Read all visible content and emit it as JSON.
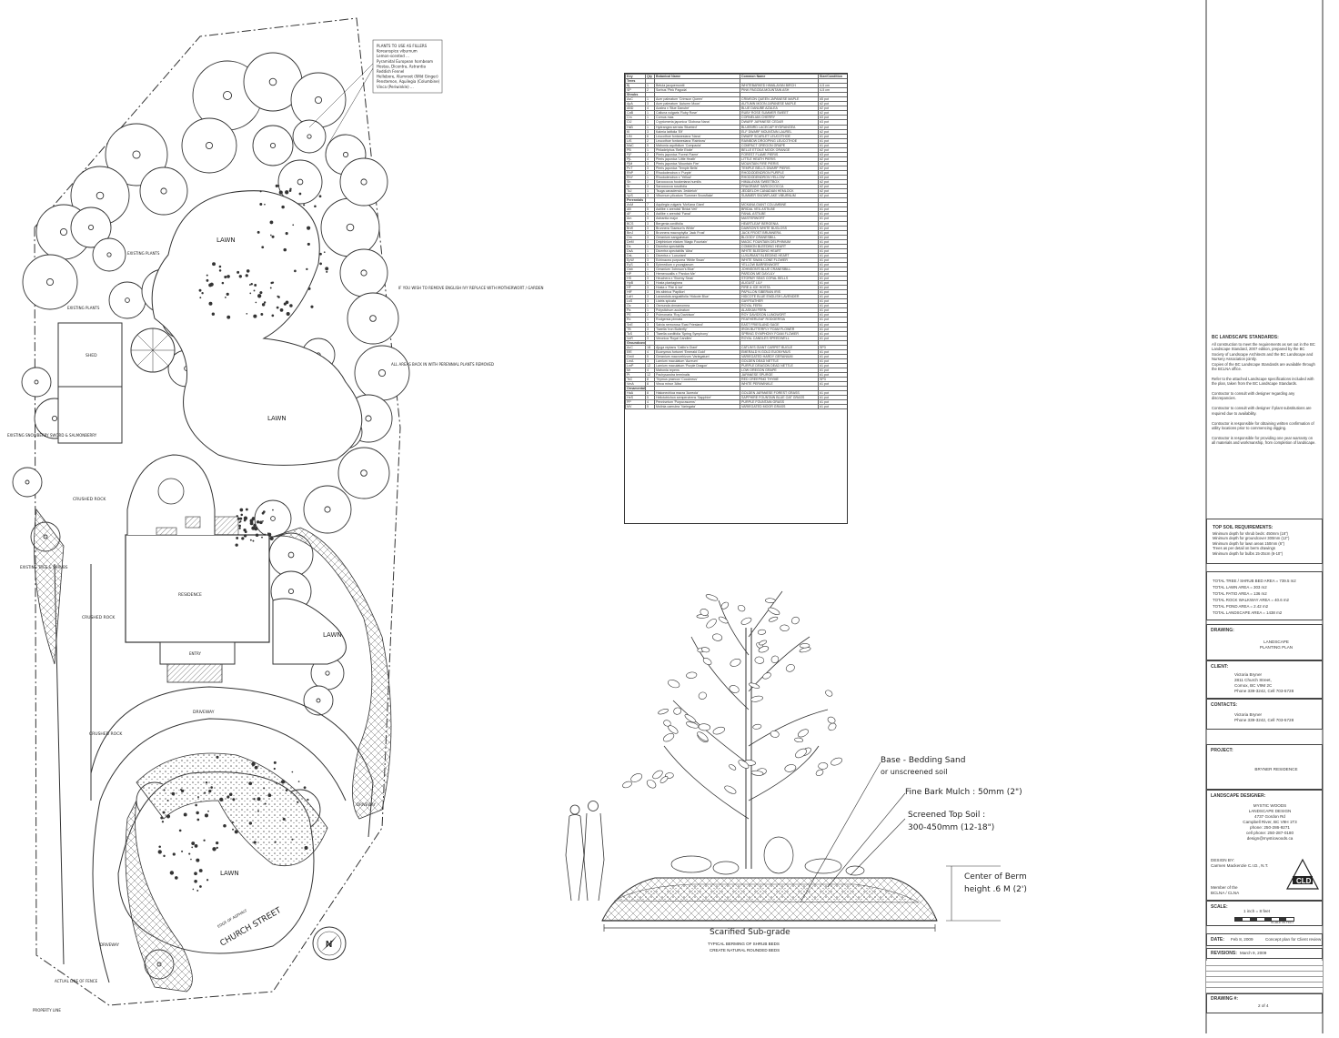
{
  "plan": {
    "labels": {
      "lawn": "LAWN",
      "driveway": "DRIVEWAY",
      "crushed_rock": "CRUSHED ROCK",
      "residence": "RESIDENCE",
      "entry": "ENTRY",
      "shed": "SHED",
      "existing_plants": "EXISTING PLANTS",
      "church_street": "CHURCH STREET",
      "edge_of_asphalt": "EDGE OF ASPHALT",
      "property_line": "PROPERTY LINE",
      "actual_line_of_fence": "ACTUAL LINE OF FENCE",
      "existing_tree_shrubs": "EXISTING TREE & SHRUBS",
      "existing_snowberry": "EXISTING SNOWBERRY SWORD & SALMONBERRY",
      "all_areas_back": "ALL AREAS BACK IN WITH PERENNIAL PLANTS REMOVED",
      "ivy_note": "IF YOU WISH TO REMOVE ENGLISH IVY REPLACE WITH MOTHERWORT / GARDEN"
    },
    "plants_note": "PLANTS TO USE AS FILLERS\nKoreanspice viburnum\nLemon-scented ...\nPyramidal European hornbeam\nHostas, Dicentra, Astrantia\nReddish Fennel\nHellebore, Alumroot (Wild Ginger)\nPenstemon, Aquilegia (Columbine)\nVinca (Periwinkle) ..."
  },
  "schedule": {
    "headers": [
      "Key",
      "Qty",
      "Botanical Name",
      "Common Name",
      "Size/Condition"
    ],
    "sections": [
      {
        "name": "Trees",
        "rows": [
          [
            "Bj",
            "1",
            "Betula jacquemontii",
            "WHITEBARKED HIMALAYAN BIRCH",
            "4-5 cm"
          ],
          [
            "SP",
            "2",
            "Sorbus 'Pink Pagoda'",
            "PINK PAGODA MOUNTAIN ASH",
            "4-5 cm"
          ]
        ]
      },
      {
        "name": "Shrubs",
        "rows": [
          [
            "AsC",
            "1",
            "Acer palmatum 'Crimson Queen'",
            "CRIMSON QUEEN JAPANESE MAPLE",
            "#5 pot"
          ],
          [
            "ApA",
            "3",
            "Acer palmatum 'Autumn Moon'",
            "AUTUMN MOON JAPANESE MAPLE",
            "#2 pot"
          ],
          [
            "ABD",
            "4",
            "Azalea x 'Blue Danube'",
            "BLUE DANUBE AZALEA",
            "#2 pot"
          ],
          [
            "CaB",
            "1",
            "Calluna vulgaris 'Ruby Rose'",
            "RUBY ROSE SUMMER SWEET",
            "#2 pot"
          ],
          [
            "Cm",
            "1",
            "Cornus mas",
            "CORNELIAN CHERRY",
            "#3 pot"
          ],
          [
            "CtJ",
            "1",
            "Cryptomeria japonica 'Globosa Nana'",
            "DWARF JAPANESE CEDAR",
            "#3 pot"
          ],
          [
            "HsB",
            "1",
            "Hydrangea serrata 'Bluebird'",
            "BLUEBIRD LACECAP HYDRANGEA",
            "#2 pot"
          ],
          [
            "Kl",
            "3",
            "Kalmia latifolia 'Elf'",
            "ELF DWARF MOUNTAIN LAUREL",
            "#2 pot"
          ],
          [
            "LtN",
            "6",
            "Leucothoe fontanesiana 'Nana'",
            "DWARF SCARLET LEUCOTHOE",
            "#1 pot"
          ],
          [
            "LtS",
            "2",
            "Leucothoe fontanesiana 'Rainbow'",
            "RAINBOW DROOPING LEUCOTHOE",
            "#1 pot"
          ],
          [
            "MaC",
            "5",
            "Mahonia aquifolium 'Compacta'",
            "COMPACT OREGON GRAPE",
            "#1 pot"
          ],
          [
            "PB",
            "1",
            "Philadelphus 'Belle Etoile'",
            "BELLE ETOILE MOCK ORANGE",
            "#2 pot"
          ],
          [
            "PjF",
            "2",
            "Pieris japonica 'Forest Flame'",
            "FOREST FLAME PIERIS",
            "#3 pot"
          ],
          [
            "PjL",
            "4",
            "Pieris japonica 'Little Heath'",
            "LITTLE HEATH PIERIS",
            "#2 pot"
          ],
          [
            "PjM",
            "3",
            "Pieris japonica 'Mountain Fire'",
            "MOUNTAIN FIRE PIERIS",
            "#2 pot"
          ],
          [
            "PcT",
            "3",
            "Pieris japonica 'Temple Bells'",
            "TEMPLE BELLS DWARF PIERIS",
            "#2 pot"
          ],
          [
            "RhP",
            "2",
            "Rhododendron x 'Purple'",
            "RHODODENDRON PURPLE",
            "#3 pot"
          ],
          [
            "RhY",
            "1",
            "Rhododendron x 'Yellow'",
            "RHODODENDRON YELLOW",
            "#3 pot"
          ],
          [
            "Sh",
            "2",
            "Sarcococca hookeriana humilis",
            "HIMALAYAN SWEETBOX",
            "#2 pot"
          ],
          [
            "Sr",
            "3",
            "Sarcococca ruscifolia",
            "FRAGRANT SARCOCOCCA",
            "#2 pot"
          ],
          [
            "TcJ",
            "1",
            "Tsuga canadensis 'Jeddeloh'",
            "JEDDELOH CANADIAN HEMLOCK",
            "#2 pot"
          ],
          [
            "VpS",
            "3",
            "Viburnum plicatum 'Summer Snowflake'",
            "SUMMER SNOWFLAKE VIBURNUM",
            "#2 pot"
          ]
        ]
      },
      {
        "name": "Perennials",
        "rows": [
          [
            "AvM",
            "7",
            "Aquilegia vulgaris 'McKana Giant'",
            "MCKANA GIANT COLUMBINE",
            "#1 pot"
          ],
          [
            "AB",
            "5",
            "Astilbe x arendsii 'Bridal Veil'",
            "BRIDAL VEIL ASTILBE",
            "#1 pot"
          ],
          [
            "AF",
            "4",
            "Astilbe x arendsii 'Fanal'",
            "FANAL ASTILBE",
            "#1 pot"
          ],
          [
            "Am",
            "3",
            "Astrantia major",
            "MASTERWORT",
            "#1 pot"
          ],
          [
            "BCS",
            "3",
            "Bergenia cordifolia",
            "HEARTLEAF BERGENIA",
            "#1 pot"
          ],
          [
            "BrW",
            "3",
            "Brunnera 'Dawson's White'",
            "DAWSON'S WHITE BUGLOSS",
            "#1 pot"
          ],
          [
            "BmJ",
            "3",
            "Brunnera macrophylla 'Jack Frost'",
            "JACK FROST BRUNNERA",
            "#1 pot"
          ],
          [
            "Gm",
            "3",
            "Geranium sanguineum",
            "BLOODY CRANESBILL",
            "#1 pot"
          ],
          [
            "DeM",
            "3",
            "Delphinium elatum 'Magic Fountain'",
            "MAGIC FOUNTAIN DELPHINIUM",
            "#1 pot"
          ],
          [
            "Ds",
            "1",
            "Dicentra spectabilis",
            "COMMON BLEEDING HEART",
            "#1 pot"
          ],
          [
            "DsA",
            "1",
            "Dicentra spectabilis 'Alba'",
            "WHITE BLEEDING HEART",
            "#1 pot"
          ],
          [
            "DxL",
            "1",
            "Dicentra x 'Luxuriant'",
            "LUXURIANT BLEEDING HEART",
            "#1 pot"
          ],
          [
            "EpW",
            "3",
            "Echinacea purpurea 'White Swan'",
            "WHITE SWAN CONE FLOWER",
            "#1 pot"
          ],
          [
            "EyS",
            "5",
            "Epimedium x youngianum",
            "YELLOW BARRENWORT",
            "#1 pot"
          ],
          [
            "Gsb",
            "1",
            "Geranium 'Johnson's Blue'",
            "JOHNSON'S BLUE CRANESBILL",
            "#1 pot"
          ],
          [
            "HP",
            "1",
            "Hemerocallis x 'Pardon Me'",
            "PARDON ME DAYLILY",
            "#1 pot"
          ],
          [
            "HS",
            "3",
            "Heuchera x 'Stormy Seas'",
            "STORMY SEAS CORAL BELLS",
            "#1 pot"
          ],
          [
            "HpB",
            "5",
            "Hosta plantaginea",
            "AUGUST LILY",
            "#1 pot"
          ],
          [
            "HF",
            "3",
            "Hosta x 'Fire & Ice'",
            "FIRE & ICE HOSTA",
            "#1 pot"
          ],
          [
            "HfF",
            "3",
            "Iris sibirica 'Papillon'",
            "PAPILLON SIBERIAN IRIS",
            "#1 pot"
          ],
          [
            "LaH",
            "3",
            "Lavandula angustifolia 'Hidcote Blue'",
            "HIDCOTE BLUE ENGLISH LAVENDER",
            "#1 pot"
          ],
          [
            "LsS",
            "3",
            "Liatris spicata",
            "GAYFEATHER",
            "#1 pot"
          ],
          [
            "Oc",
            "1",
            "Osmunda cinnamomea",
            "ROYAL FERN",
            "#1 pot"
          ],
          [
            "Pa",
            "1",
            "Polystichum aculeatum",
            "ALASKAN FERN",
            "#1 pot"
          ],
          [
            "PE",
            "2",
            "Pulmonaria 'Roy Davidson'",
            "ROY DAVIDSON LUNGWORT",
            "#1 pot"
          ],
          [
            "Rc",
            "1",
            "Rodgersia pinnata",
            "FEATHERLEAF RODGERSIA",
            "#1 pot"
          ],
          [
            "SnE",
            "3",
            "Salvia nemorosa 'East Friesland'",
            "EAST FRIESLAND SAGE",
            "#1 pot"
          ],
          [
            "TB",
            "3",
            "Tiarella 'Iron Butterfly'",
            "IRON BUTTERFLY FOAM FLOWER",
            "#1 pot"
          ],
          [
            "TcS",
            "3",
            "Tiarella cordifolia 'Spring Symphony'",
            "SPRING SYMPHONY FOAM FLOWER",
            "#1 pot"
          ],
          [
            "VoR",
            "3",
            "Veronica 'Royal Candles'",
            "ROYAL CANDLES SPEEDWELL",
            "#1 pot"
          ]
        ]
      },
      {
        "name": "Groundcover",
        "rows": [
          [
            "AcC",
            "18",
            "Ajuga reptans 'Catlin's Giant'",
            "CATLIN'S GIANT CARPET BUGLE",
            "SP3"
          ],
          [
            "EfE",
            "4",
            "Euonymus fortunei 'Emerald Gold'",
            "EMERALD N GOLD EUONYMUS",
            "#1 pot"
          ],
          [
            "GmV",
            "5",
            "Geranium macrorrhizum 'Variegatum'",
            "VARIEGATED HARDY GERANIUM",
            "#1 pot"
          ],
          [
            "LmA",
            "3",
            "Lamium maculatum 'Aureum'",
            "GOLDEN DEAD NETTLE",
            "#1 pot"
          ],
          [
            "LmP",
            "12",
            "Lamium maculatum 'Purple Dragon'",
            "PURPLE DRAGON DEAD NETTLE",
            "#1 pot"
          ],
          [
            "Mr",
            "4",
            "Mahonia repens",
            "LOW OREGON GRAPE",
            "#1 pot"
          ],
          [
            "Pt",
            "12",
            "Pachysandra terminalis",
            "JAPANESE SPURGE",
            "#1 pot"
          ],
          [
            "TsC",
            "8",
            "Thymus praecox 'Coccineus'",
            "RED CREEPING THYME",
            "SP3"
          ],
          [
            "VmA",
            "8",
            "Vinca minor 'Alba'",
            "WHITE PERIWINKLE",
            "#1 pot"
          ]
        ]
      },
      {
        "name": "Ornamental Grasses",
        "rows": [
          [
            "HaA",
            "8",
            "Hakonechloa macra 'Aureola'",
            "GOLDEN JAPANESE FOREST GRASS",
            "#1 pot"
          ],
          [
            "HeS",
            "5",
            "Helictotrichon sempervirens 'Sapphire'",
            "SAPPHIRE FOUNTAIN BLUE OAT GRASS",
            "#1 pot"
          ],
          [
            "PP",
            "4",
            "Pennisetum 'Purpurascens'",
            "PURPLE FOUNTAIN GRASS",
            "#1 pot"
          ],
          [
            "MV",
            "5",
            "Molinia caerulea 'Variegata'",
            "VARIEGATED MOOR GRASS",
            "#1 pot"
          ]
        ]
      }
    ]
  },
  "section_detail": {
    "base_bedding_sand": "Base - Bedding Sand",
    "or_unscreened": "or unscreened soil",
    "fine_bark_mulch": "Fine Bark Mulch : 50mm (2\")",
    "screened_top_soil": "Screened Top Soil :",
    "top_soil_depth": "300-450mm (12-18\")",
    "center_of_berm": "Center of Berm",
    "berm_height": "height .6 M (2')",
    "scarified_subgrade": "Scarified Sub-grade",
    "caption": "TYPICAL BERMING OF SHRUB BEDS",
    "caption2": "CREATE NATURAL ROUNDED BEDS"
  },
  "title_block": {
    "bc_standards_title": "BC LANDSCAPE STANDARDS:",
    "bc_standards_text": "All construction to meet the requirements as set out in the BC Landscape Standard, 2007 edition, prepared by the BC Society of Landscape Architects and the BC Landscape and Nursery Association jointly.\nCopies of the BC Landscape Standards are available through the BCLNA office.\n\nRefer to the attached Landscape specifications included with the plan, taken from the BC Landscape Standards.\n\nContractor to consult with designer regarding any discrepancies.\n\nContractor to consult with designer if plant substitutions are required due to availability.\n\nContractor is responsible for obtaining written confirmation of utility locations prior to commencing digging.\n\nContractor is responsible for providing one year warranty on all materials and workmanship, from completion of landscape.",
    "topsoil_title": "TOP SOIL REQUIREMENTS:",
    "topsoil_text": "Minimum depth for shrub beds: 450mm (18\")\nMinimum depth for groundcover 300mm (12\")\nMinimum depth for lawn areas 150mm (6\")\nTrees as per detail on berm drawings\nMinimum depth for bulbs 15-25cm (6-10\")",
    "areas_text": "TOTAL TREE / SHRUB BED AREA = 739.5 m2\nTOTAL LAWN AREA = 303 m2\nTOTAL PATIO AREA = 136 m2\nTOTAL ROCK WALKWAY AREA = 40.6 m2\nTOTAL POND AREA = 2.42 m2\nTOTAL LANDSCAPE AREA = 1438 m2",
    "drawing_label": "DRAWING:",
    "drawing_value": "LANDSCAPE\nPLANTING PLAN",
    "client_label": "CLIENT:",
    "client_value": "Victoria Bryner\n2811 Church Street,\nComox, BC V9M 2C\nPhone 339-3242, Cell 703-5728",
    "contacts_label": "CONTACTS:",
    "contacts_value": "Victoria Bryner\nPhone 339-3242, Cell 703-5728",
    "project_label": "PROJECT:",
    "project_value": "BRYNER RESIDENCE",
    "designer_label": "LANDSCAPE DESIGNER:",
    "designer_value": "MYSTIC WOODS\nLANDSCAPE DESIGN\n4737 Gordon Rd\nCampbell River, BC V9H 1T3\nphone: 250-286-9271\ncell phone: 250-287-0180\ndesign@mysticwoods.ca",
    "design_by": "DESIGN BY:\nCarmen Mackenzie C.I.D., N.T.",
    "member": "Member of the\nBCLNA / CLNA",
    "cld_logo": "CLD",
    "scale_label": "SCALE:",
    "scale_value": "1 inch = 8 feet",
    "scale_bar_label": "SCALE IN FEET",
    "date_label": "DATE:",
    "date_value": "Feb 8, 2009",
    "date_note": "Concept plan for Client review",
    "revisions_label": "REVISIONS:",
    "revisions_value": "March 9, 2009",
    "drawing_no_label": "DRAWING #:",
    "drawing_no_value": "2 of 4"
  },
  "colors": {
    "ink": "#222222",
    "paper": "#ffffff",
    "hatch": "#555555"
  }
}
